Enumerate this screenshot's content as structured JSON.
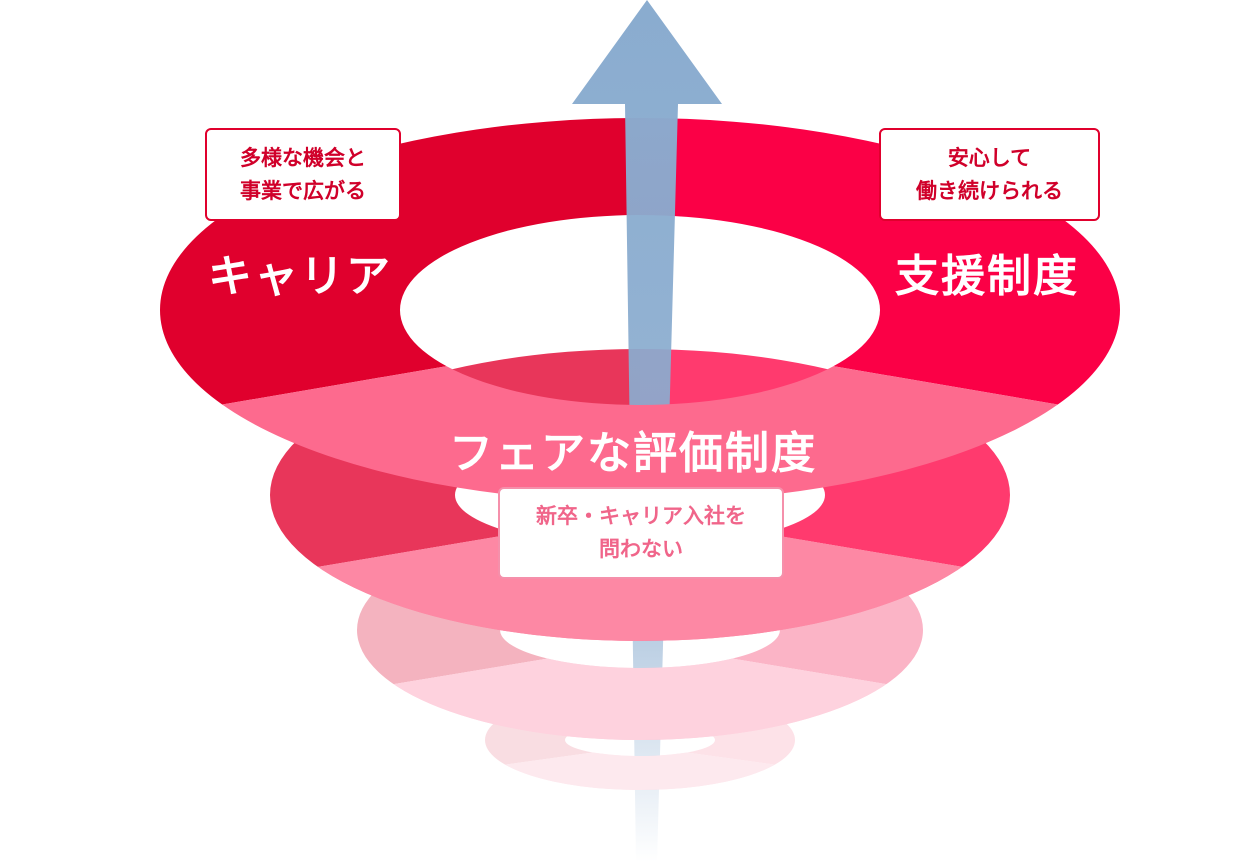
{
  "rings": [
    {
      "name": "ring-career-support",
      "left": "#e0002d",
      "right": "#fb0046",
      "front": "#fd6a8e"
    },
    {
      "name": "ring-2",
      "left": "#e8365a",
      "right": "#ff3a6e",
      "front": "#fd88a4"
    },
    {
      "name": "ring-3",
      "left": "#f4b3bf",
      "right": "#fbb4c6",
      "front": "#fed2de"
    },
    {
      "name": "ring-4",
      "left": "#f9dde2",
      "right": "#fde2e8",
      "front": "#fde9ee"
    }
  ],
  "arrow_color": "#8aaccf",
  "labels": {
    "career": "キャリア",
    "support": "支援制度",
    "evaluation": "フェアな評価制度"
  },
  "callouts": {
    "career": {
      "line1": "多様な機会と",
      "line2": "事業で広がる"
    },
    "support": {
      "line1": "安心して",
      "line2": "働き続けられる"
    },
    "evaluation": {
      "line1": "新卒・キャリア入社を",
      "line2": "問わない"
    }
  }
}
